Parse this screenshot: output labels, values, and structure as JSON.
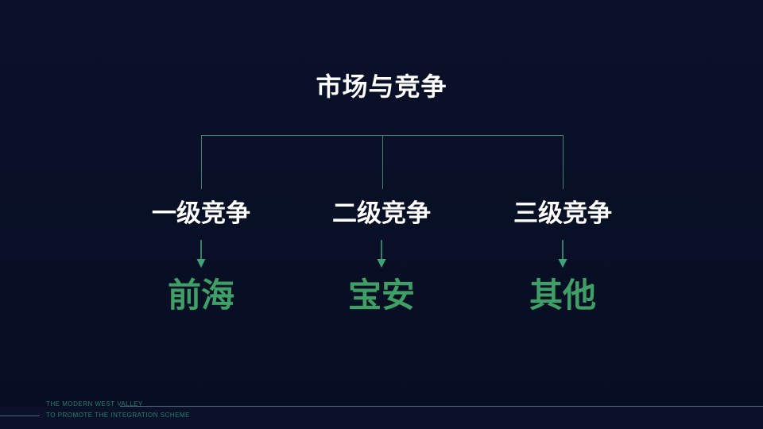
{
  "title": "市场与竞争",
  "tree": {
    "columns": [
      {
        "label": "一级竞争",
        "value": "前海"
      },
      {
        "label": "二级竞争",
        "value": "宝安"
      },
      {
        "label": "三级竞争",
        "value": "其他"
      }
    ]
  },
  "footer": {
    "line1": "THE MODERN WEST VALLEY",
    "line2": "TO PROMOTE THE INTEGRATION SCHEME"
  },
  "colors": {
    "background_top": "#0a1129",
    "background_bottom": "#070e23",
    "tree_line": "#44806f",
    "arrow": "#3fa379",
    "value_text": "#3ea065",
    "label_text": "#ffffff",
    "footer_text": "#26816b",
    "footer_rule": "#45636e",
    "footer_band": "#0c1430"
  }
}
